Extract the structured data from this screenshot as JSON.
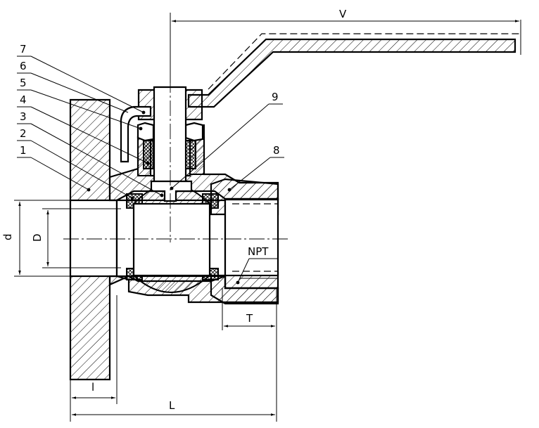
{
  "dimensions": {
    "V": "V",
    "d": "d",
    "D": "D",
    "T": "T",
    "NPT": "NPT",
    "l": "l",
    "L": "L"
  },
  "callouts": [
    "7",
    "6",
    "5",
    "4",
    "3",
    "2",
    "1",
    "9",
    "8"
  ]
}
